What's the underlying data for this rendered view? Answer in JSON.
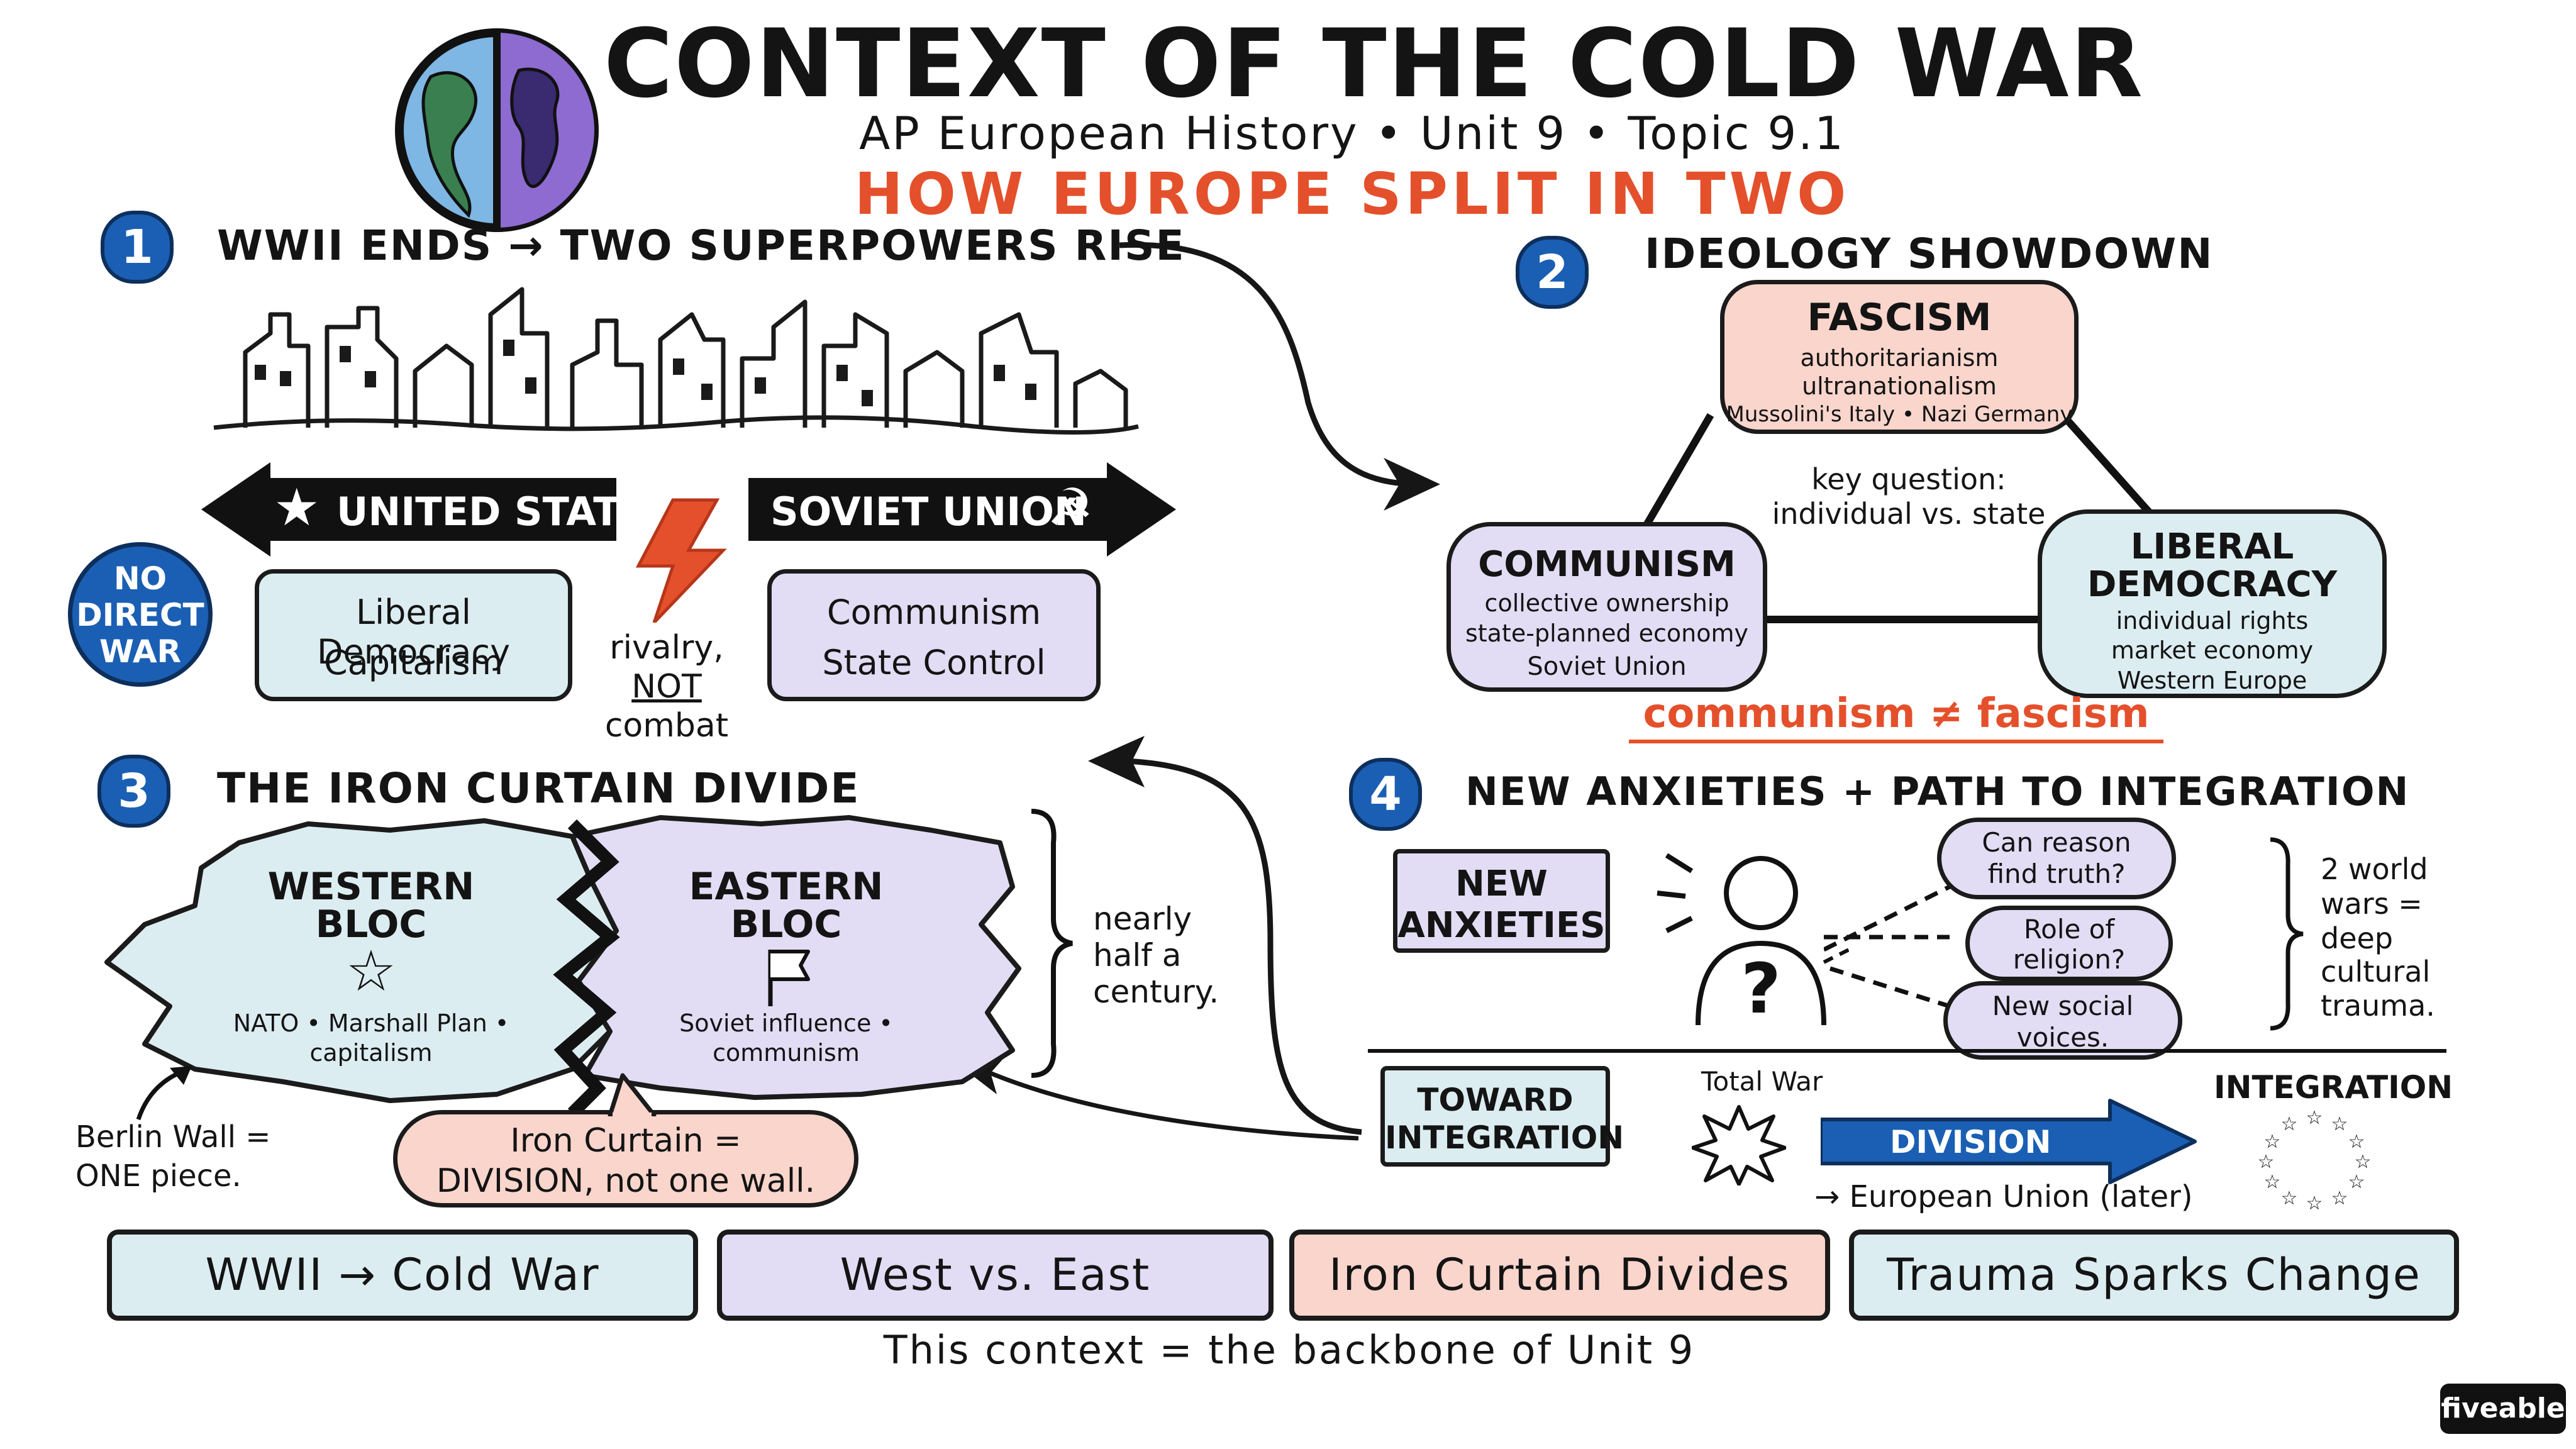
{
  "header": {
    "title": "CONTEXT OF THE COLD WAR",
    "subtitle": "AP European History • Unit 9 • Topic 9.1",
    "tagline": "HOW EUROPE SPLIT IN TWO"
  },
  "section1": {
    "number": "1",
    "heading": "WWII ENDS → TWO SUPERPOWERS RISE",
    "us_label": "UNITED STATES",
    "ussr_label": "SOVIET UNION",
    "no_direct_war": [
      "NO",
      "DIRECT",
      "WAR"
    ],
    "us_box": [
      "Liberal Democracy",
      "Capitalism"
    ],
    "ussr_box": [
      "Communism",
      "State Control"
    ],
    "rivalry": [
      "rivalry,",
      "NOT",
      "combat"
    ]
  },
  "section2": {
    "number": "2",
    "heading": "IDEOLOGY SHOWDOWN",
    "fascism": {
      "title": "FASCISM",
      "lines": [
        "authoritarianism",
        "ultranationalism",
        "Mussolini's Italy • Nazi Germany"
      ]
    },
    "communism": {
      "title": "COMMUNISM",
      "lines": [
        "collective ownership",
        "state-planned economy",
        "Soviet Union"
      ]
    },
    "liberal": {
      "title": [
        "LIBERAL",
        "DEMOCRACY"
      ],
      "lines": [
        "individual rights",
        "market economy",
        "Western Europe"
      ]
    },
    "key_question": [
      "key question:",
      "individual vs. state"
    ],
    "not_equal": "communism ≠ fascism"
  },
  "section3": {
    "number": "3",
    "heading": "THE IRON CURTAIN DIVIDE",
    "west": {
      "title": [
        "WESTERN",
        "BLOC"
      ],
      "lines": [
        "NATO • Marshall Plan •",
        "capitalism"
      ]
    },
    "east": {
      "title": [
        "EASTERN",
        "BLOC"
      ],
      "lines": [
        "Soviet influence •",
        "communism"
      ]
    },
    "duration": [
      "nearly",
      "half a",
      "century."
    ],
    "berlin": [
      "Berlin Wall =",
      "ONE piece."
    ],
    "iron_curtain": [
      "Iron Curtain =",
      "DIVISION, not one wall."
    ]
  },
  "section4": {
    "number": "4",
    "heading": "NEW ANXIETIES + PATH TO INTEGRATION",
    "new_anxieties": [
      "NEW",
      "ANXIETIES"
    ],
    "bubbles": [
      [
        "Can reason",
        "find truth?"
      ],
      [
        "Role of",
        "religion?"
      ],
      [
        "New social",
        "voices."
      ]
    ],
    "trauma_note": [
      "2 world",
      "wars =",
      "deep",
      "cultural",
      "trauma."
    ],
    "toward": [
      "TOWARD",
      "INTEGRATION"
    ],
    "total_war": "Total War",
    "division": "DIVISION",
    "integration": "INTEGRATION",
    "eu": "→ European Union (later)"
  },
  "summary": {
    "bands": [
      "WWII → Cold War",
      "West vs. East",
      "Iron Curtain Divides",
      "Trauma Sparks Change"
    ],
    "footer": "This context = the backbone of Unit 9"
  },
  "brand": "fiveable",
  "colors": {
    "blue_fill": "#dcedf2",
    "lavender_fill": "#e2ddf4",
    "pink_fill": "#f9d5cc",
    "accent_red": "#e4502b",
    "badge_blue": "#1a5fb4"
  }
}
